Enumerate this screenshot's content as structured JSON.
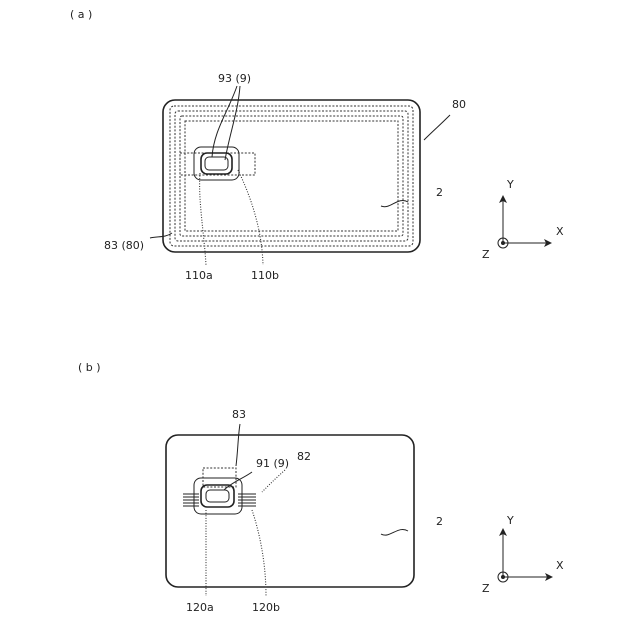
{
  "panel_a": {
    "label": "( a )",
    "refs": {
      "coil_93": "93 (9)",
      "module_80": "80",
      "card_2": "2",
      "antenna_83": "83 (80)",
      "terminal_110a": "110a",
      "terminal_110b": "110b"
    },
    "axes": {
      "x": "X",
      "y": "Y",
      "z": "Z"
    }
  },
  "panel_b": {
    "label": "( b )",
    "refs": {
      "antenna_83": "83",
      "coil_91": "91 (9)",
      "module_82": "82",
      "card_2": "2",
      "terminal_120a": "120a",
      "terminal_120b": "120b"
    },
    "axes": {
      "x": "X",
      "y": "Y",
      "z": "Z"
    }
  }
}
